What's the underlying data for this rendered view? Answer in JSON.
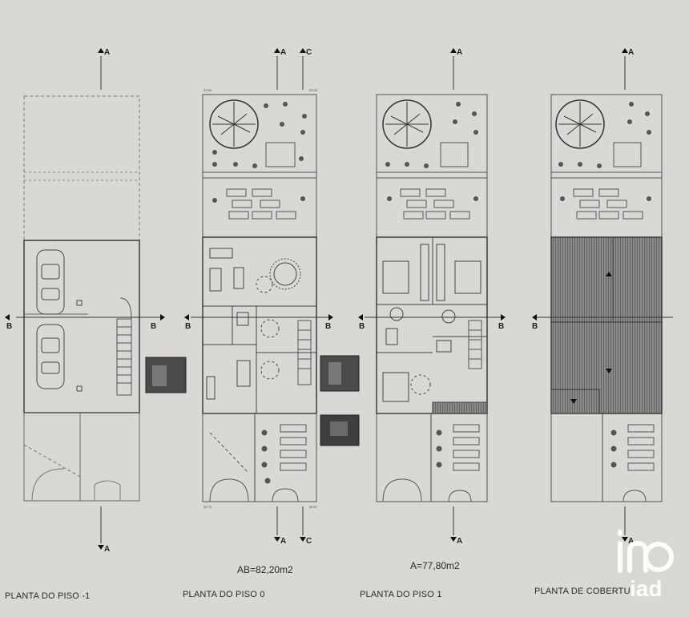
{
  "floors": [
    {
      "title": "PLANTA DO PISO -1",
      "area": ""
    },
    {
      "title": "PLANTA DO PISO 0",
      "area": "AB=82,20m2"
    },
    {
      "title": "PLANTA DO PISO 1",
      "area": "A=77,80m2"
    },
    {
      "title": "PLANTA DE COBERTURA",
      "area": ""
    }
  ],
  "section_marks": {
    "a": "A",
    "b": "B",
    "c": "C"
  },
  "levels": [
    "32.69",
    "33.03",
    "30.70",
    "30.67"
  ],
  "logo": {
    "text": "iad",
    "color": "#ffffff"
  },
  "colors": {
    "paper": "#d9d8d4",
    "ink": "#3a3a3a",
    "roof": "#6e6e6e"
  }
}
